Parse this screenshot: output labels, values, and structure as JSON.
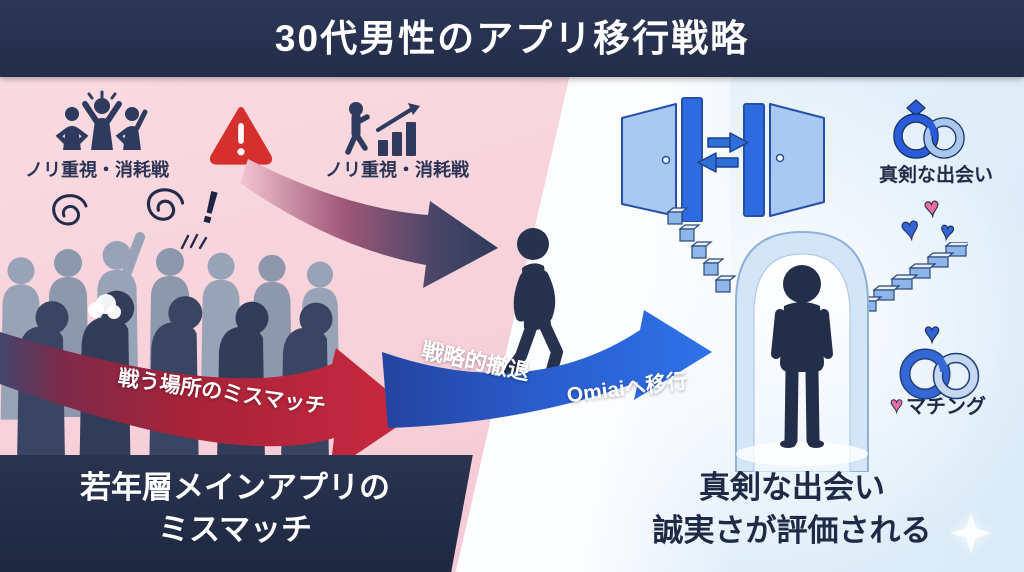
{
  "title": "30代男性のアプリ移行戦略",
  "left_panel": {
    "tag_crowd": "ノリ重視・消耗戦",
    "tag_growth": "ノリ重視・消耗戦",
    "crowd_exclamation": "!",
    "arrow_label": "戦う場所のミスマッチ",
    "caption_line1": "若年層メインアプリの",
    "caption_line2": "ミスマッチ"
  },
  "transition": {
    "arrow_label_left": "戦略的撤退",
    "arrow_label_right": "Omiaiへ移行"
  },
  "right_panel": {
    "tag_rings": "真剣な出会い",
    "matching_heart": "♥",
    "matching_label": "マチング",
    "caption_line1": "真剣な出会い",
    "caption_line2": "誠実さが評価される"
  },
  "icons": {
    "heart": "♥",
    "cheering_group": "three-people-cheering",
    "warning": "red-warning-triangle",
    "growth": "person-with-rising-chart",
    "doors": "two-open-doors-with-swap-arrows",
    "rings": "interlocked-wedding-rings",
    "sparkle": "four-point-star"
  },
  "colors": {
    "title_bg": "#273150",
    "left_bg": "#f8d3db",
    "right_bg": "#e7f2fb",
    "warning_red": "#d5302e",
    "arrow_red": "#c9293f",
    "arrow_blue": "#2f72e8",
    "navy": "#2c3654",
    "caption_band": "#222c46",
    "heart_pink": "#ec6e9f",
    "heart_blue": "#3565d4"
  }
}
